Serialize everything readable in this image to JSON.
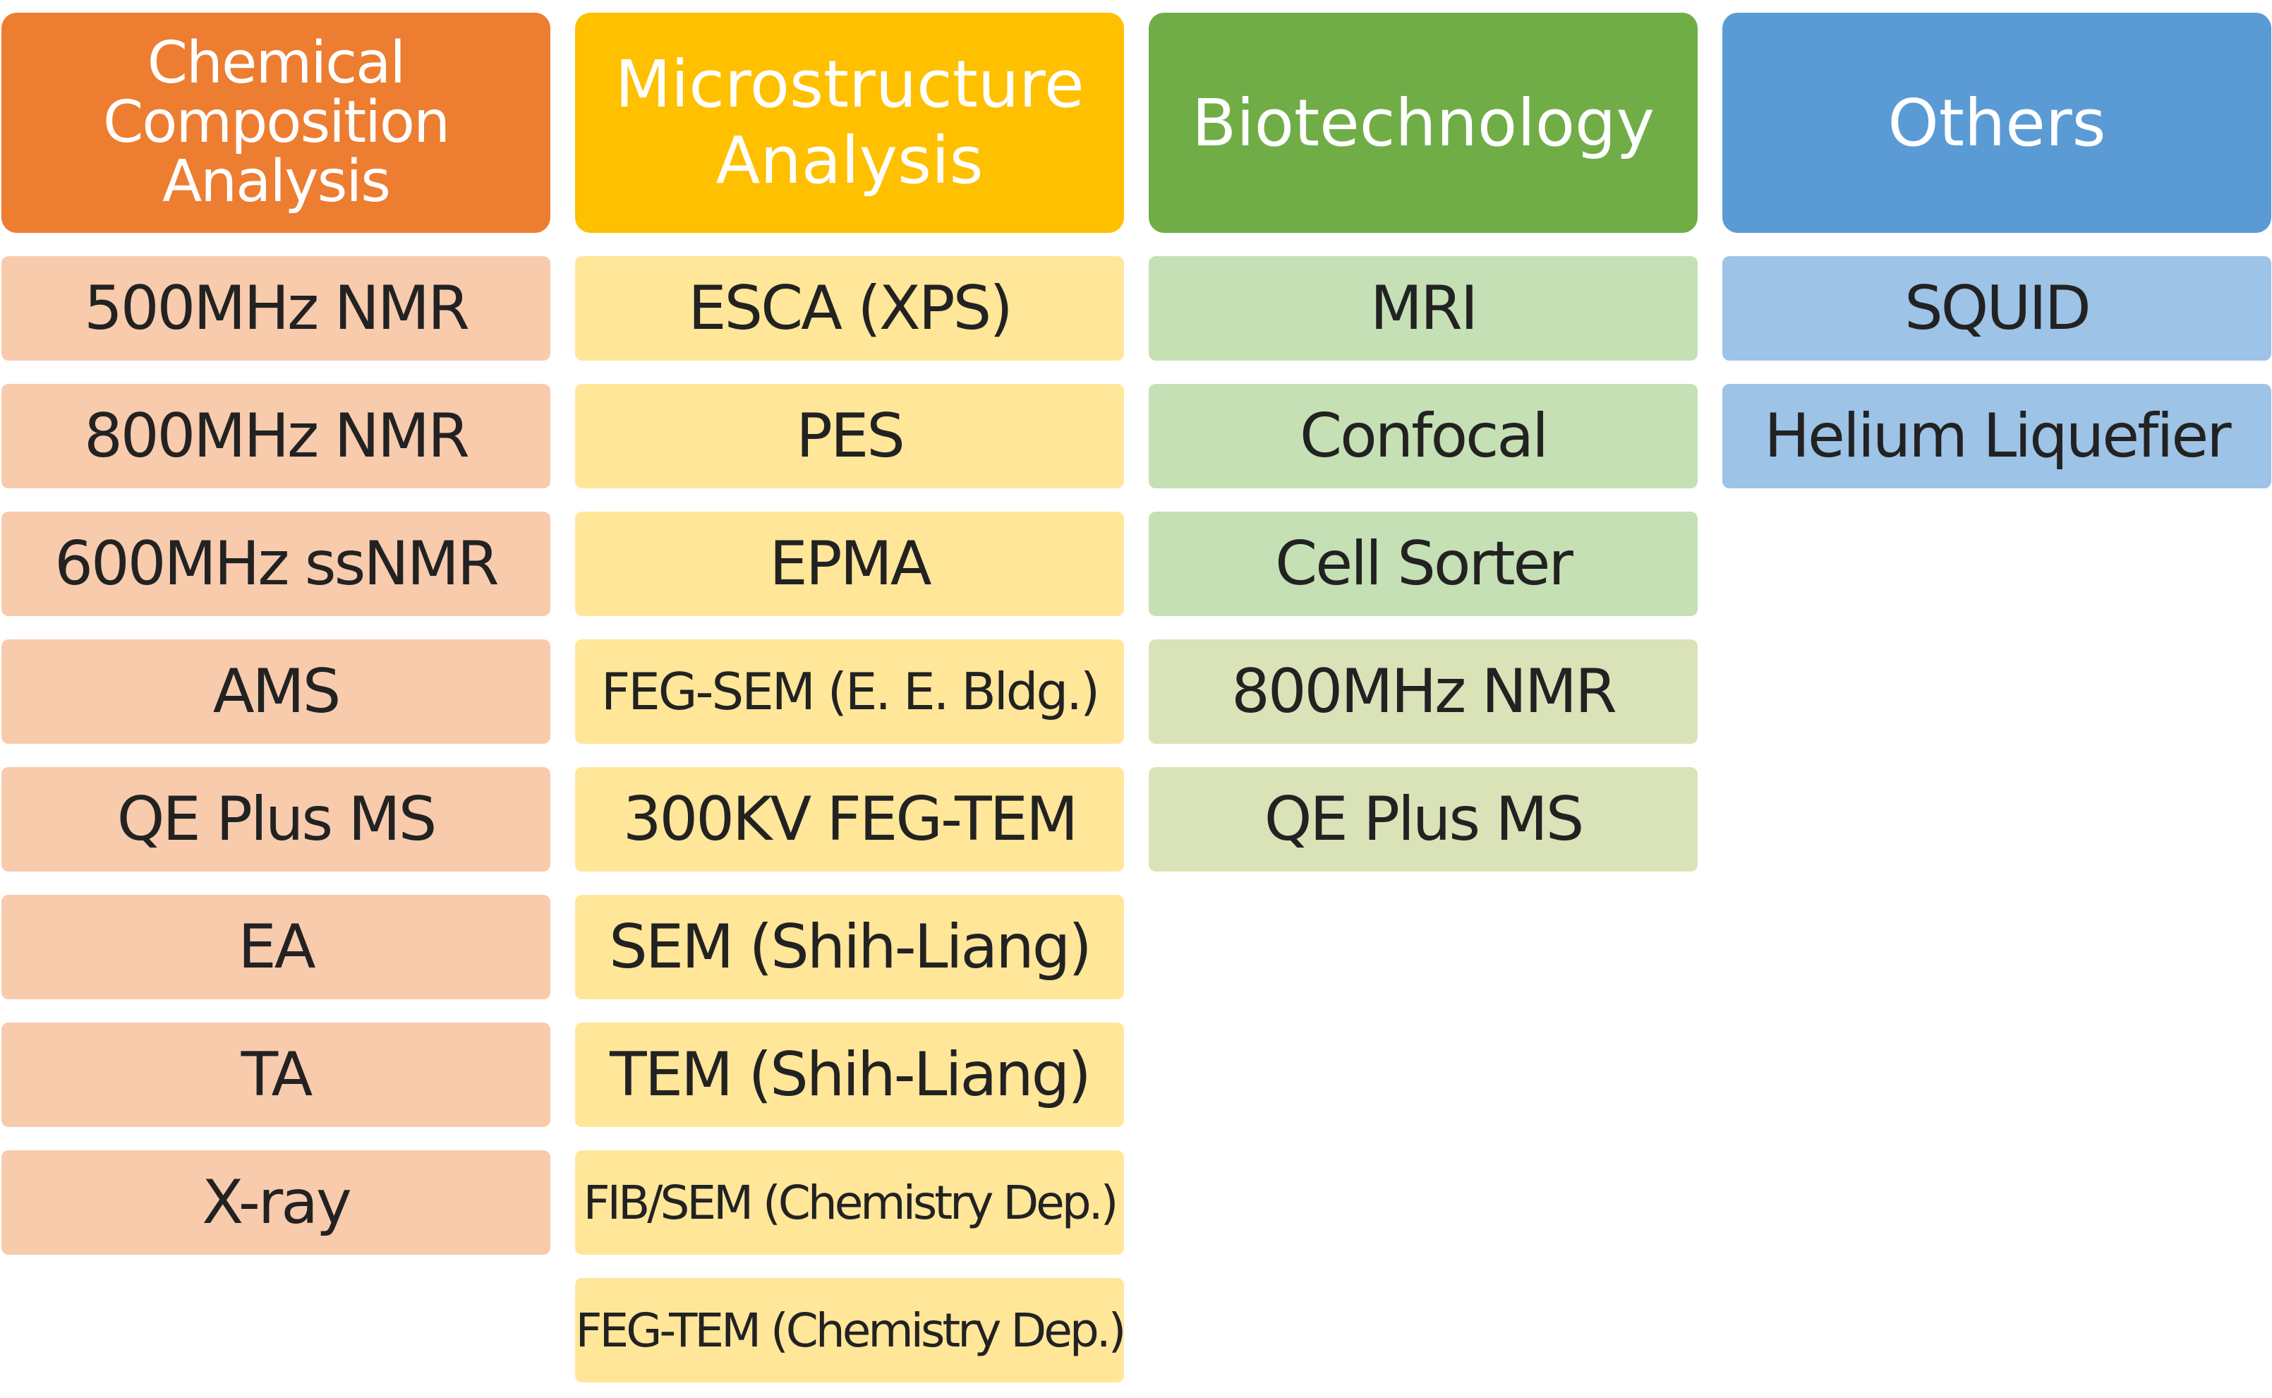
{
  "columns": [
    {
      "header_lines": [
        "Chemical",
        "Composition",
        "Analysis"
      ],
      "header_color": "#ED7D31",
      "cell_color": "#F8CBAD",
      "items": [
        "500MHz NMR",
        "800MHz NMR",
        "600MHz ssNMR",
        "AMS",
        "QE Plus MS",
        "EA",
        "TA",
        "X-ray"
      ]
    },
    {
      "header_lines": [
        "Microstructure",
        "Analysis"
      ],
      "header_color": "#FFC000",
      "cell_color": "#FFE699",
      "items": [
        "ESCA (XPS)",
        "PES",
        "EPMA",
        "FEG-SEM (E. E. Bldg.)",
        "300KV FEG-TEM",
        "SEM (Shih-Liang)",
        "TEM (Shih-Liang)",
        "FIB/SEM (Chemistry Dep.)",
        "FEG-TEM (Chemistry Dep.)"
      ]
    },
    {
      "header_lines": [
        "Biotechnology"
      ],
      "header_color": "#70AD47",
      "cell_color": "#C5E0B4",
      "cell_color_alt": "#DAE3B8",
      "items": [
        "MRI",
        "Confocal",
        "Cell Sorter",
        "800MHz NMR",
        "QE Plus MS"
      ]
    },
    {
      "header_lines": [
        "Others"
      ],
      "header_color": "#5B9BD5",
      "cell_color": "#9DC3E6",
      "items": [
        "SQUID",
        "Helium Liquefier"
      ]
    }
  ]
}
